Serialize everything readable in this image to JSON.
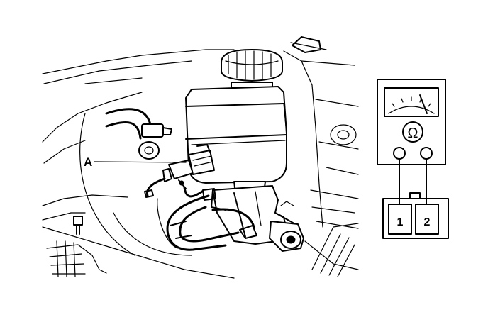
{
  "callouts": {
    "component_label": "A"
  },
  "meter": {
    "symbol": "Ω",
    "connector_pins": [
      "1",
      "2"
    ]
  }
}
